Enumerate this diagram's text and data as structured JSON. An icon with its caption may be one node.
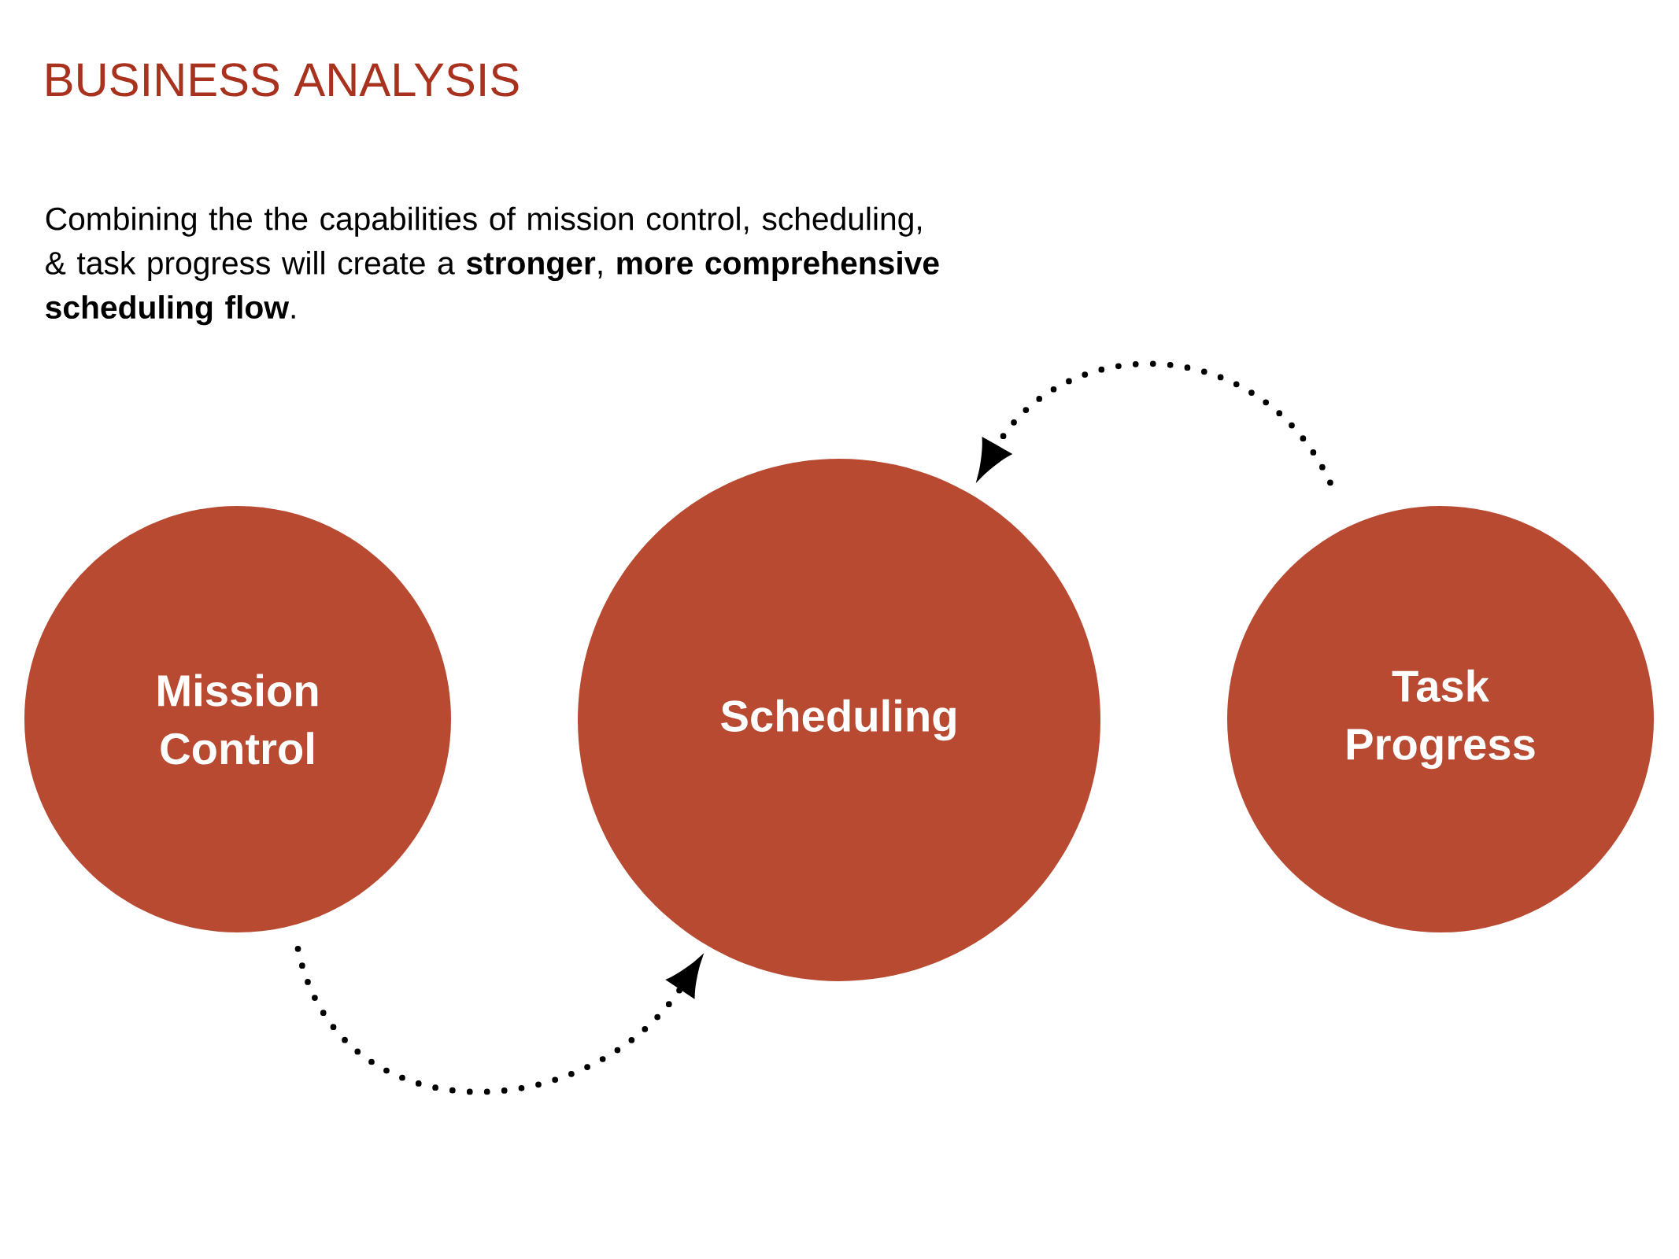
{
  "diagram": {
    "title": "BUSINESS ANALYSIS",
    "nodes": [
      {
        "text": [
          "Mission Control"
        ]
      },
      {
        "text": [
          "Scheduling"
        ]
      },
      {
        "text": [
          "Task Progress"
        ]
      }
    ],
    "edges": [
      {
        "from": 0,
        "to": 1,
        "arrow": "to"
      },
      {
        "from": 2,
        "to": 1,
        "arrow": "to"
      }
    ],
    "labels": [
      "Combining the the capabilities of mission control, scheduling, & task progress will create a **stronger**, **more comprehensive scheduling flow**."
    ]
  }
}
